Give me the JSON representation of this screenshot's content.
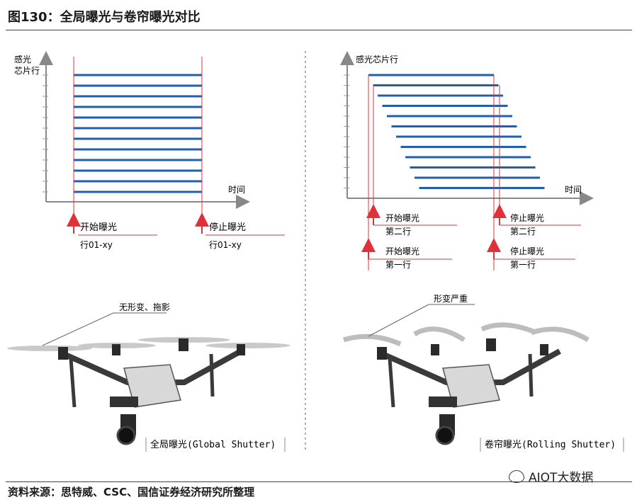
{
  "header": {
    "title": "图130：全局曝光与卷帘曝光对比"
  },
  "global": {
    "y_axis_label_line1": "感光",
    "y_axis_label_line2": "芯片行",
    "x_axis_label": "时间",
    "start_label": "开始曝光",
    "stop_label": "停止曝光",
    "start_sub": "行01-xy",
    "stop_sub": "行01-xy",
    "annotation": "无形变、拖影",
    "caption": "全局曝光(Global Shutter)"
  },
  "rolling": {
    "y_axis_label": "感光芯片行",
    "x_axis_label": "时间",
    "start_row2": "开始曝光",
    "start_row2_sub": "第二行",
    "start_row1": "开始曝光",
    "start_row1_sub": "第一行",
    "stop_row2": "停止曝光",
    "stop_row2_sub": "第二行",
    "stop_row1": "停止曝光",
    "stop_row1_sub": "第一行",
    "annotation": "形变严重",
    "caption": "卷帘曝光(Rolling Shutter)"
  },
  "footer": {
    "source": "资料来源：思特威、CSC、国信证券经济研究所整理",
    "watermark": "AIOT大数据"
  },
  "colors": {
    "bar": "#1f5fae",
    "marker": "#e0303a",
    "axis": "#888888"
  }
}
